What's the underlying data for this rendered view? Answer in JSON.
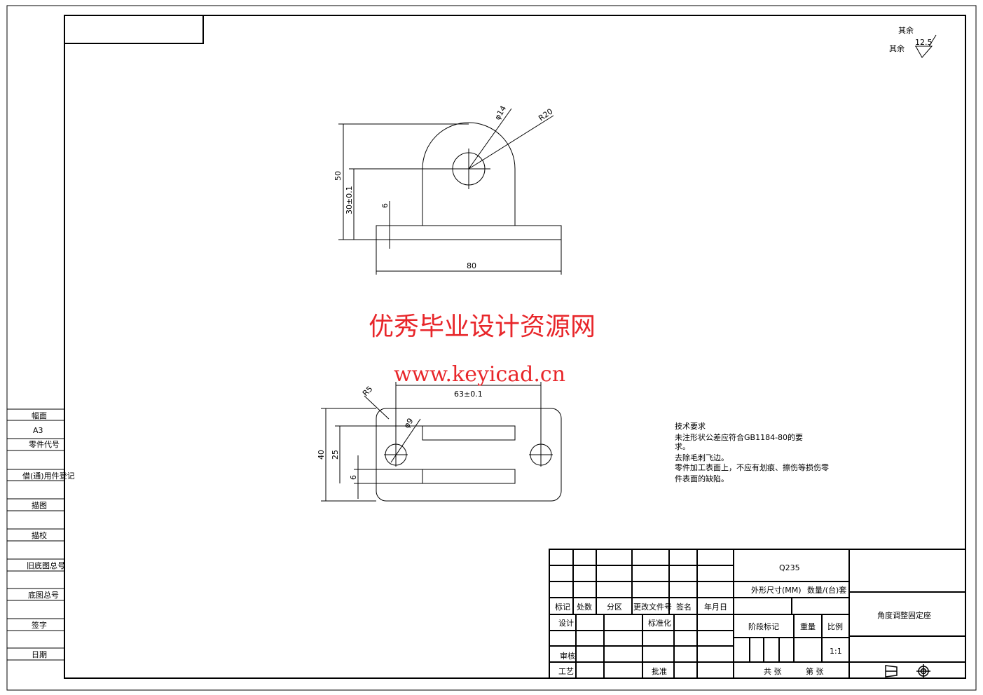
{
  "roughness": {
    "label_small": "其余",
    "label": "其余",
    "value": "12.5"
  },
  "front_view": {
    "dim_height": "50",
    "dim_center": "30±0.1",
    "dim_base": "6",
    "dim_width": "80",
    "dim_hole": "φ14",
    "dim_radius": "R20"
  },
  "top_view": {
    "dim_hole_spacing": "63±0.1",
    "dim_corner": "R5",
    "dim_hole": "φ9",
    "dim_depth": "40",
    "dim_slot": "25",
    "dim_slot_width": "6"
  },
  "watermark": {
    "title": "优秀毕业设计资源网",
    "url": "www.keyicad.cn"
  },
  "tech_requirements": {
    "title": "技术要求",
    "lines": [
      "未注形状公差应符合GB1184-80的要",
      "求。",
      "去除毛刺飞边。",
      "零件加工表面上，不应有划痕、擦伤等损伤零",
      "件表面的缺陷。"
    ]
  },
  "left_column": [
    "幅面",
    "A3",
    "零件代号",
    "借(通)用件登记",
    "描图",
    "描校",
    "旧底图总号",
    "底图总号",
    "签字",
    "日期"
  ],
  "title_block": {
    "material": "Q235",
    "size_label": "外形尺寸(MM)",
    "qty_label": "数量/(台)套",
    "header": [
      "标记",
      "处数",
      "分区",
      "更改文件号",
      "签名",
      "年月日"
    ],
    "design": "设计",
    "standard": "标准化",
    "review": "审核",
    "process": "工艺",
    "approve": "批准",
    "stage_mark": "阶段标记",
    "weight": "重量",
    "scale_label": "比例",
    "scale": "1:1",
    "sheets": "共  张",
    "sheet_no": "第  张",
    "part_name": "角度调整固定座"
  }
}
